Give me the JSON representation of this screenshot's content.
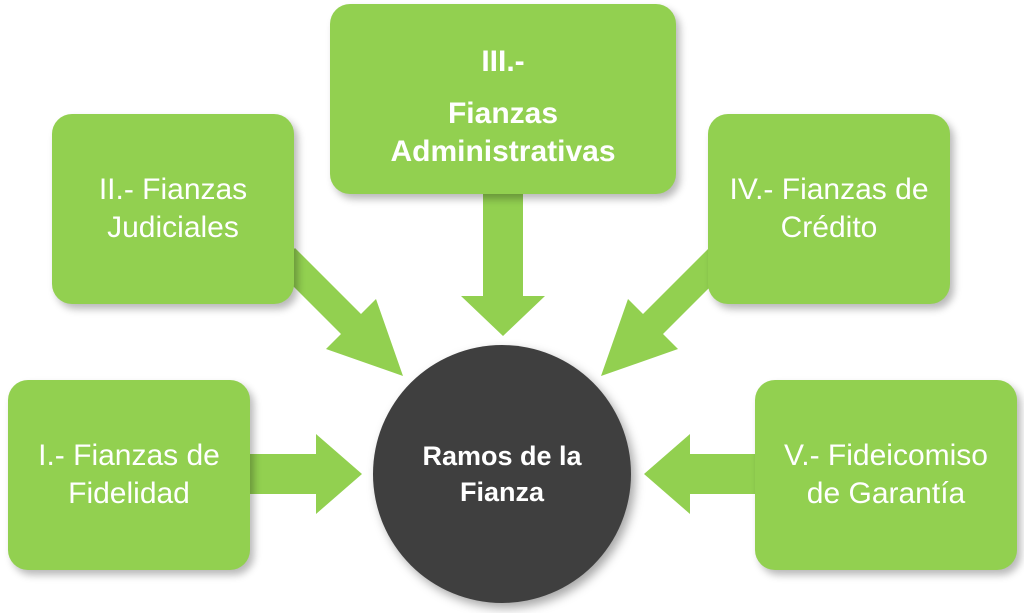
{
  "diagram": {
    "center": {
      "label": "Ramos de la Fianza"
    },
    "branches": [
      {
        "label": "I.- Fianzas de Fidelidad"
      },
      {
        "label": "II.- Fianzas Judiciales"
      },
      {
        "roman": "III.-",
        "label": "Fianzas Administrativas"
      },
      {
        "label": "IV.- Fianzas de Crédito"
      },
      {
        "label": "V.- Fideicomiso de Garantía"
      }
    ]
  },
  "colors": {
    "box_fill": "#92d050",
    "arrow_fill": "#92d050",
    "center_fill": "#3f3f3f",
    "text": "#ffffff"
  }
}
